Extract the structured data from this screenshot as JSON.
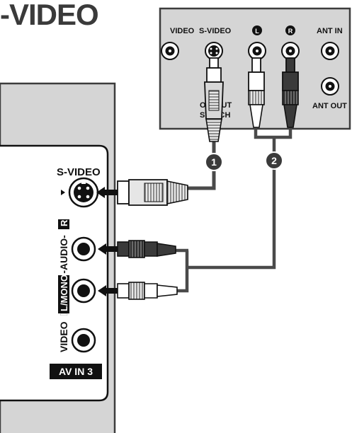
{
  "title": "-VIDEO",
  "external_device": {
    "jacks": {
      "video": "VIDEO",
      "svideo": "S-VIDEO",
      "audio_left": "L",
      "audio_right": "R",
      "ant_in": "ANT IN",
      "ant_out": "ANT OUT"
    },
    "switch_label_top": "OUTPUT",
    "switch_label_bottom": "SWITCH"
  },
  "tv_panel": {
    "svideo_label": "S-VIDEO",
    "vertical_label": {
      "video": "VIDEO",
      "mono": "L/MONO",
      "audio": "-AUDIO-",
      "right": "R"
    },
    "av_label": "AV IN 3"
  },
  "cables": {
    "cable_1_badge": "1",
    "cable_2_badge": "2"
  },
  "colors": {
    "panel_fill": "#d5d5d5",
    "panel_stroke": "#3c3c3c",
    "cable": "#4a4a4a",
    "badge": "#3a3a3a",
    "white": "#ffffff"
  }
}
